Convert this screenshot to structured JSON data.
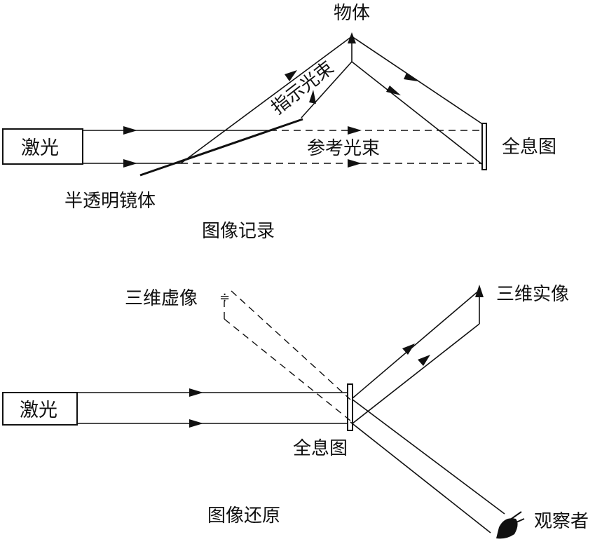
{
  "recording": {
    "laser_label": "激光",
    "object_label": "物体",
    "signal_beam_label": "指示光束",
    "reference_beam_label": "参考光束",
    "hologram_label": "全息图",
    "mirror_label": "半透明镜体",
    "caption": "图像记录"
  },
  "reconstruction": {
    "laser_label": "激光",
    "virtual_image_label": "三维虚像",
    "real_image_label": "三维实像",
    "hologram_label": "全息图",
    "observer_label": "观察者",
    "caption": "图像还原"
  }
}
